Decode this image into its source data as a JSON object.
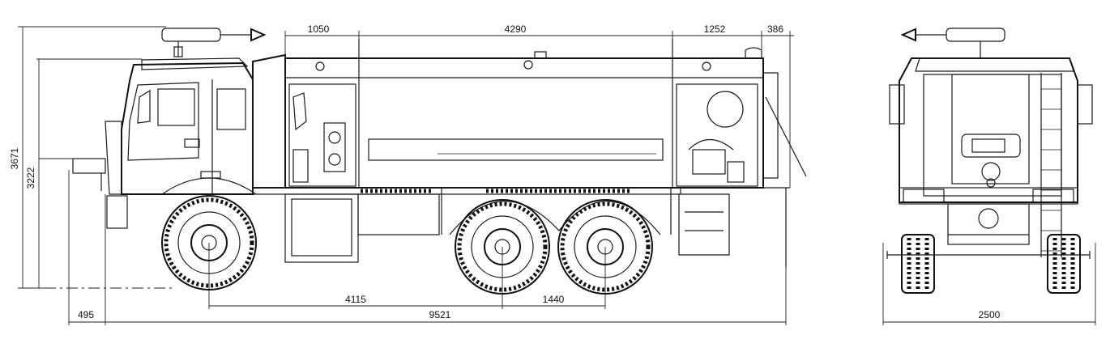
{
  "dimensions": {
    "top": [
      "1050",
      "4290",
      "1252",
      "386"
    ],
    "left": [
      "3671",
      "3222"
    ],
    "bottom_side": [
      "4115",
      "1440",
      "9521",
      "495"
    ],
    "bottom_rear": "2500"
  }
}
